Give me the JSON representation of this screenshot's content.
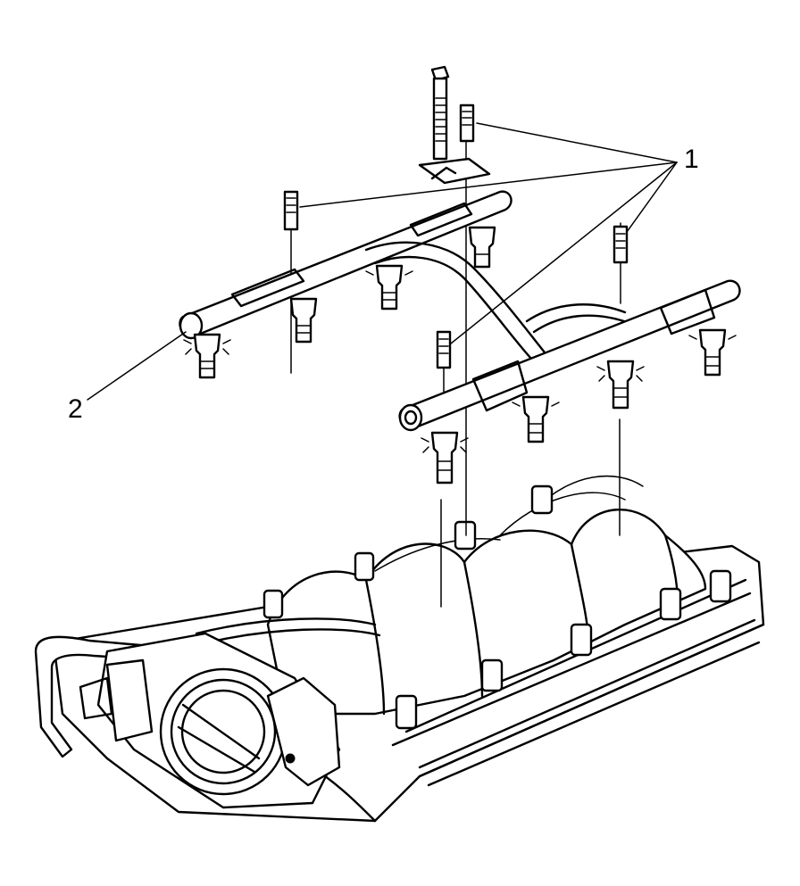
{
  "callouts": [
    {
      "id": "1",
      "label": "1"
    },
    {
      "id": "2",
      "label": "2"
    }
  ],
  "parts": {
    "fasteners": "stud-bolt-icon",
    "bracket": "bracket-icon",
    "fuel_rail": "fuel-rail-icon",
    "injectors": "fuel-injector-icon",
    "manifold": "intake-manifold-icon",
    "throttle_body": "throttle-body-icon"
  }
}
